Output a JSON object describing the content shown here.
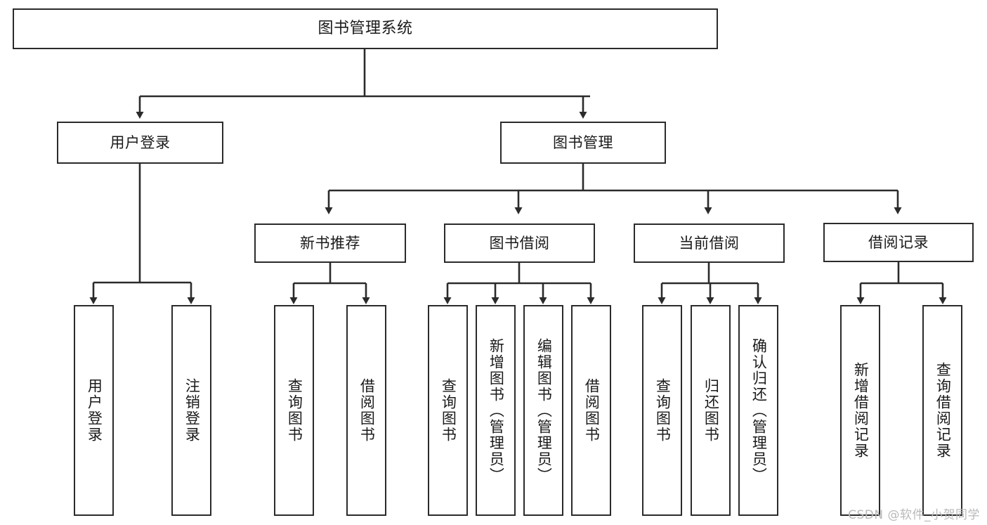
{
  "diagram": {
    "title": "图书管理系统",
    "type": "hierarchy-tree",
    "colors": {
      "box_border": "#2b2b2b",
      "box_fill": "#ffffff",
      "connector": "#333333",
      "text": "#1a1a1a",
      "watermark": "#b9b9b9"
    },
    "nodes": {
      "root": {
        "label": "图书管理系统"
      },
      "level2": [
        {
          "label": "用户登录"
        },
        {
          "label": "图书管理"
        }
      ],
      "level3": [
        {
          "label": "新书推荐"
        },
        {
          "label": "图书借阅"
        },
        {
          "label": "当前借阅"
        },
        {
          "label": "借阅记录"
        }
      ],
      "leaves_user_login": [
        {
          "label": "用户登录"
        },
        {
          "label": "注销登录"
        }
      ],
      "leaves_new_books": [
        {
          "label": "查询图书"
        },
        {
          "label": "借阅图书"
        }
      ],
      "leaves_borrow": [
        {
          "label": "查询图书"
        },
        {
          "label": "新增图书（管理员）"
        },
        {
          "label": "编辑图书（管理员）"
        },
        {
          "label": "借阅图书"
        }
      ],
      "leaves_current": [
        {
          "label": "查询图书"
        },
        {
          "label": "归还图书"
        },
        {
          "label": "确认归还（管理员）"
        }
      ],
      "leaves_records": [
        {
          "label": "新增借阅记录"
        },
        {
          "label": "查询借阅记录"
        }
      ]
    }
  },
  "watermark": {
    "text": "CSDN @软件_小贺同学"
  }
}
